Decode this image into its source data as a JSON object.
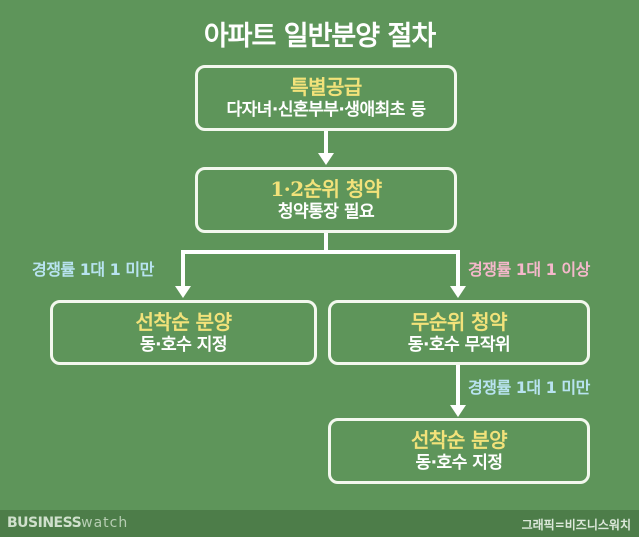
{
  "title": "아파트 일반분양 절차",
  "colors": {
    "background": "#5e955a",
    "footer": "#4d7d49",
    "box_border": "#f3f8ee",
    "heading_yellow": "#f2e27a",
    "label_blue": "#b8e3f0",
    "label_pink": "#f5b8cb"
  },
  "nodes": {
    "special": {
      "head": "특별공급",
      "sub": "다자녀·신혼부부·생애최초 등"
    },
    "priority": {
      "head": "1·2순위 청약",
      "sub": "청약통장 필요"
    },
    "first_come_left": {
      "head": "선착순 분양",
      "sub": "동·호수 지정"
    },
    "no_rank": {
      "head": "무순위 청약",
      "sub": "동·호수 무작위"
    },
    "first_come_bottom": {
      "head": "선착순 분양",
      "sub": "동·호수 지정"
    }
  },
  "edges": {
    "left_label": "경쟁률 1대 1 미만",
    "right_label": "경쟁률 1대 1 이상",
    "bottom_label": "경쟁률 1대 1 미만"
  },
  "footer": {
    "brand_bold": "BUSINESS",
    "brand_light": "watch",
    "credit": "그래픽=비즈니스워치"
  }
}
